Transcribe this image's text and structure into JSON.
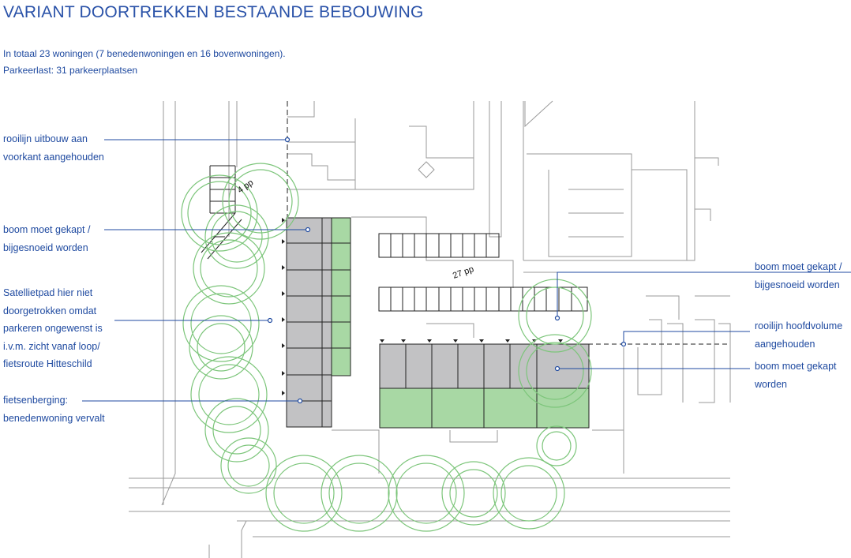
{
  "header": {
    "title": "VARIANT DOORTREKKEN BESTAANDE BEBOUWING",
    "line1": "In totaal 23 woningen (7 benedenwoningen en 16 bovenwoningen).",
    "line2": "Parkeerlast: 31 parkeerplaatsen"
  },
  "annotations": [
    {
      "id": "rooilijn-uitbouw",
      "text": "rooilijn uitbouw aan\nvoorkant aangehouden"
    },
    {
      "id": "boom-links",
      "text": "boom moet gekapt /\nbijgesnoeid worden"
    },
    {
      "id": "satellietpad",
      "text": "Satellietpad hier niet\ndoorgetrokken omdat\nparkeren ongewenst is\ni.v.m. zicht vanaf loop/\nfietsroute Hitteschild"
    },
    {
      "id": "fietsenberging",
      "text": "fietsenberging:\nbenedenwoning vervalt"
    },
    {
      "id": "boom-rechts",
      "text": "boom moet gekapt /\nbijgesnoeid worden"
    },
    {
      "id": "rooilijn-hoofdvolume",
      "text": "rooilijn hoofdvolume\naangehouden"
    },
    {
      "id": "boom-gekapt",
      "text": "boom moet gekapt\nworden"
    }
  ],
  "plan_labels": {
    "parking_small": "4 pp",
    "parking_large": "27 pp"
  },
  "colors": {
    "text": "#1f4aa0",
    "existing_building": "#c2c2c4",
    "new_building": "#a8d8a4",
    "tree_outline": "#7cc57a"
  }
}
